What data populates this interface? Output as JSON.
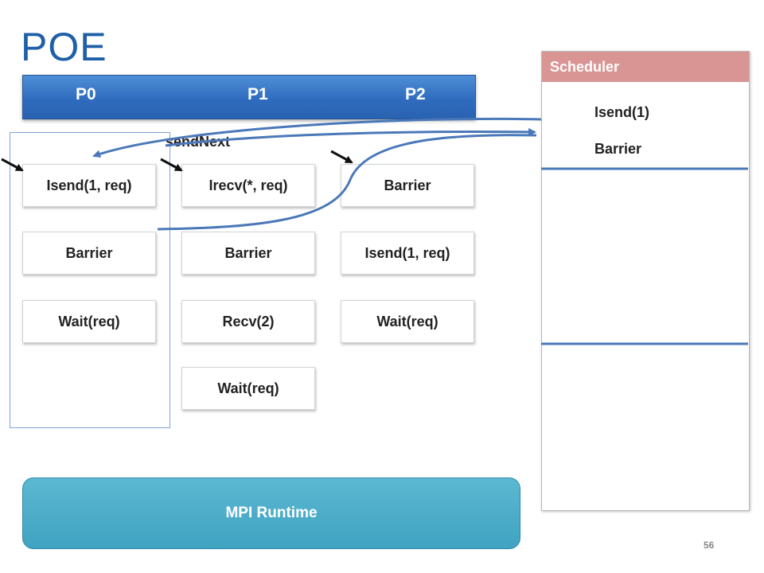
{
  "title": "POE",
  "processes": {
    "p0": "P0",
    "p1": "P1",
    "p2": "P2"
  },
  "columns": {
    "p0": [
      "Isend(1, req)",
      "Barrier",
      "Wait(req)"
    ],
    "p1": [
      "Irecv(*, req)",
      "Barrier",
      "Recv(2)",
      "Wait(req)"
    ],
    "p2": [
      "Barrier",
      "Isend(1, req)",
      "Wait(req)"
    ]
  },
  "send_next": "sendNext",
  "scheduler": {
    "header": "Scheduler",
    "items": [
      "Isend(1)",
      "Barrier"
    ]
  },
  "runtime": "MPI Runtime",
  "page_number": "56",
  "colors": {
    "title": "#1f5fa8",
    "process_bar": "#2f6cbf",
    "scheduler_header": "#d99594",
    "runtime": "#4aadc9",
    "arrow_line": "#4a78b8"
  }
}
